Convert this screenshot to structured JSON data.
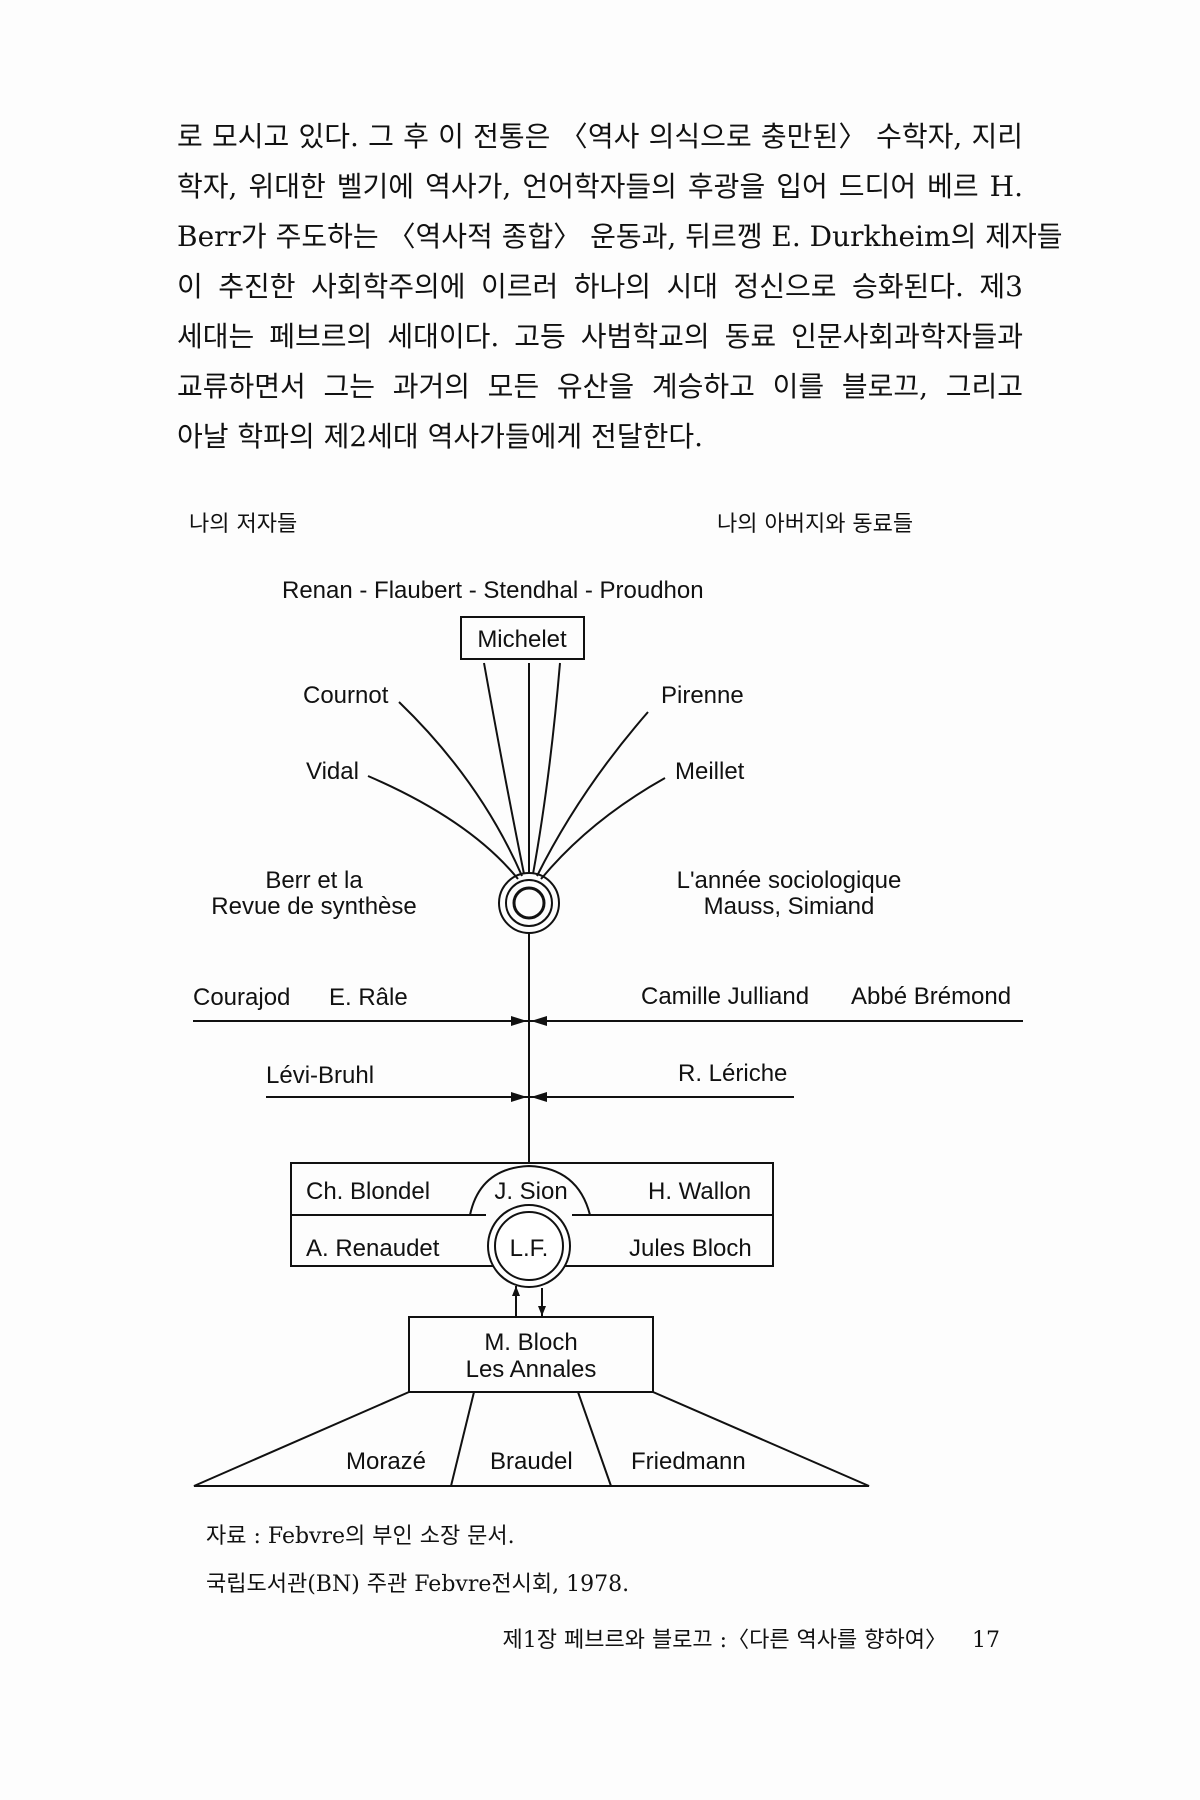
{
  "body_text": [
    "로 모시고 있다. 그 후 이 전통은 〈역사 의식으로 충만된〉 수학자, 지리",
    "학자, 위대한 벨기에 역사가, 언어학자들의 후광을 입어 드디어 베르 H.",
    "Berr가 주도하는 〈역사적 종합〉 운동과, 뒤르껭 E. Durkheim의 제자들",
    "이 추진한 사회학주의에 이르러 하나의 시대 정신으로 승화된다. 제3",
    "세대는 페브르의 세대이다. 고등 사범학교의 동료 인문사회과학자들과",
    "교류하면서 그는 과거의 모든 유산을 계승하고 이를 블로끄, 그리고",
    "아날 학파의 제2세대 역사가들에게 전달한다."
  ],
  "diagram": {
    "left_header": "나의 저자들",
    "right_header": "나의 아버지와 동료들",
    "top_line": "Renan - Flaubert - Stendhal - Proudhon",
    "michelet": "Michelet",
    "cournot": "Cournot",
    "pirenne": "Pirenne",
    "vidal": "Vidal",
    "meillet": "Meillet",
    "berr": [
      "Berr et la",
      "Revue de synthèse"
    ],
    "annee": [
      "L'année sociologique",
      "Mauss, Simiand"
    ],
    "line1_left": [
      "Courajod",
      "E. Râle"
    ],
    "line1_right": [
      "Camille Julliand",
      "Abbé Brémond"
    ],
    "line2_left": "Lévi-Bruhl",
    "line2_right": "R. Lériche",
    "box": {
      "blondel": "Ch. Blondel",
      "sion": "J. Sion",
      "wallon": "H. Wallon",
      "renaudet": "A. Renaudet",
      "lf": "L.F.",
      "jules_bloch": "Jules Bloch"
    },
    "bloch": [
      "M. Bloch",
      "Les Annales"
    ],
    "bottom": [
      "Morazé",
      "Braudel",
      "Friedmann"
    ]
  },
  "source": [
    "자료 : Febvre의 부인 소장 문서.",
    "국립도서관(BN) 주관 Febvre전시회, 1978."
  ],
  "footer": {
    "running_title": "제1장 페브르와 블로끄 :〈다른 역사를 향하여〉",
    "page_number": "17"
  }
}
